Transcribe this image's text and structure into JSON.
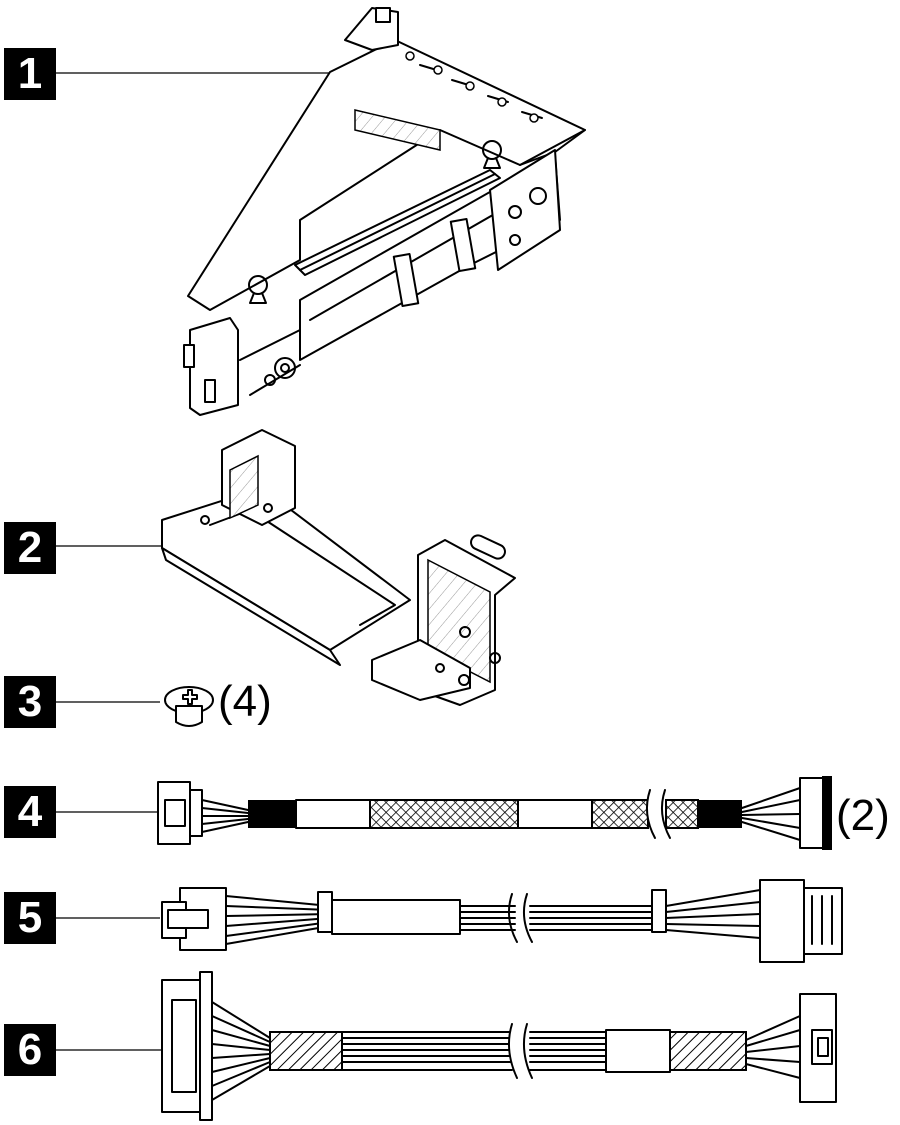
{
  "callouts": [
    {
      "number": "1"
    },
    {
      "number": "2"
    },
    {
      "number": "3",
      "quantity": "(4)"
    },
    {
      "number": "4",
      "quantity": "(2)"
    },
    {
      "number": "5"
    },
    {
      "number": "6"
    }
  ],
  "colors": {
    "ink": "#000000",
    "paper": "#ffffff"
  }
}
